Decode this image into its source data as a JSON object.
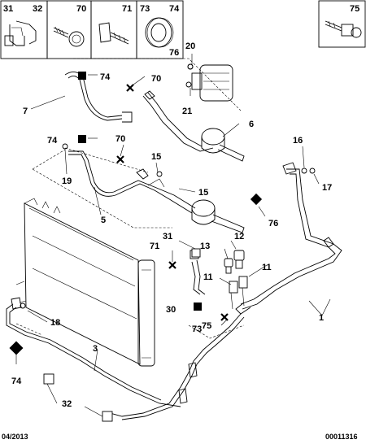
{
  "header_boxes": {
    "box1": {
      "ref_a": "31",
      "ref_b": "32"
    },
    "box2": {
      "ref": "70"
    },
    "box3": {
      "ref": "71"
    },
    "box4": {
      "ref_a": "73",
      "ref_b": "74",
      "ref_c": "76"
    },
    "box5": {
      "ref": "75"
    }
  },
  "callouts": {
    "n20": "20",
    "n74a": "74",
    "n70a": "70",
    "n7": "7",
    "n21": "21",
    "n6": "6",
    "n74b": "74",
    "n70b": "70",
    "n15a": "15",
    "n19": "19",
    "n15b": "15",
    "n5": "5",
    "n16": "16",
    "n17": "17",
    "n76": "76",
    "n31": "31",
    "n12": "12",
    "n13": "13",
    "n71": "71",
    "n11a": "11",
    "n11b": "11",
    "n30": "30",
    "n73": "73",
    "n75": "75",
    "n1": "1",
    "n18": "18",
    "n3": "3",
    "n74c": "74",
    "n32": "32"
  },
  "footer": {
    "date": "04/2013",
    "ref": "00011316"
  }
}
